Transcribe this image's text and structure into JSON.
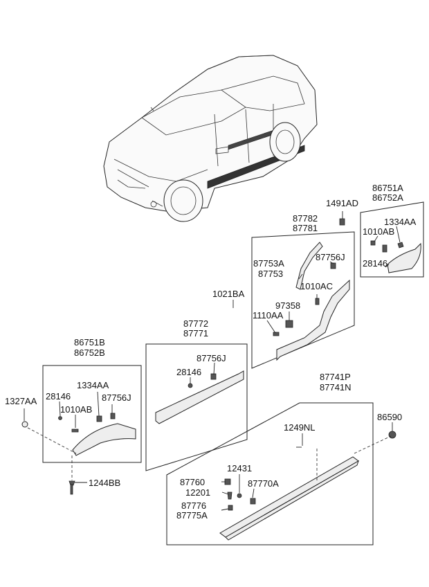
{
  "labels": {
    "p86751A": "86751A",
    "p86752A": "86752A",
    "p1491AD": "1491AD",
    "p87782": "87782",
    "p87781": "87781",
    "p1334AA_r": "1334AA",
    "p1010AB_r": "1010AB",
    "p28146_r": "28146",
    "p87753A": "87753A",
    "p87753": "87753",
    "p87756J_r": "87756J",
    "p1010AC": "1010AC",
    "p1021BA": "1021BA",
    "p97358": "97358",
    "p1110AA": "1110AA",
    "p87772": "87772",
    "p87771": "87771",
    "p87756J_m": "87756J",
    "p28146_m": "28146",
    "p86751B": "86751B",
    "p86752B": "86752B",
    "p1334AA_l": "1334AA",
    "p28146_l": "28146",
    "p87756J_l": "87756J",
    "p1327AA": "1327AA",
    "p1010AB_l": "1010AB",
    "p1244BB": "1244BB",
    "p87741P": "87741P",
    "p87741N": "87741N",
    "p86590": "86590",
    "p1249NL": "1249NL",
    "p12431": "12431",
    "p87760": "87760",
    "p87770A": "87770A",
    "p12201": "12201",
    "p87776": "87776",
    "p87775A": "87775A"
  }
}
